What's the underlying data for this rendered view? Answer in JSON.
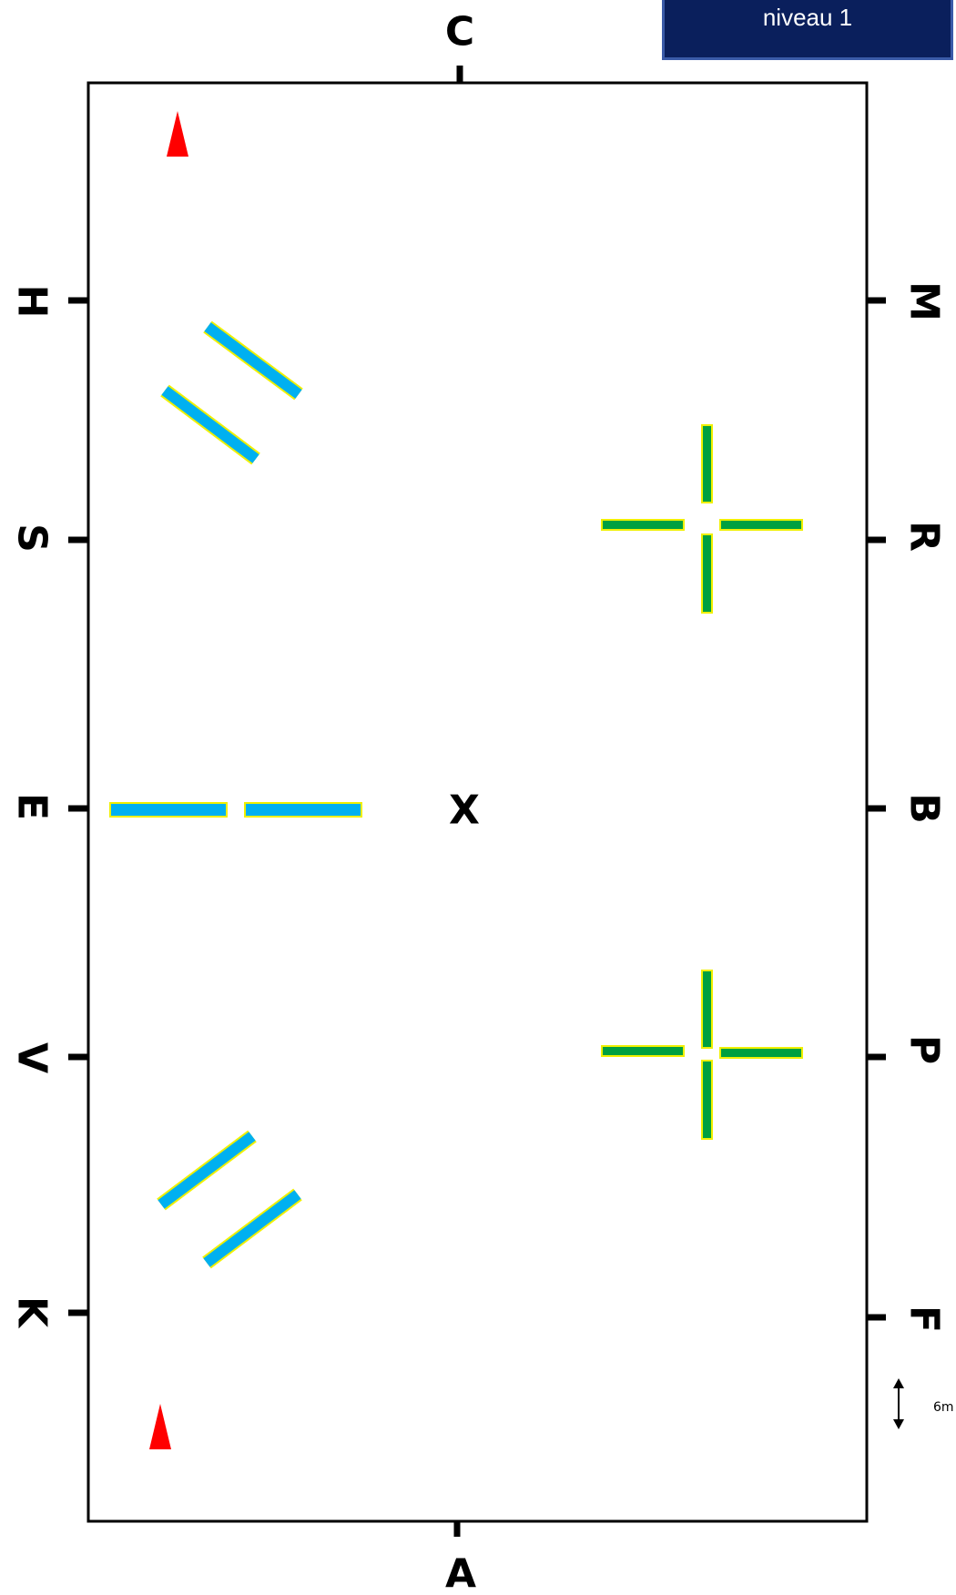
{
  "level_badge": {
    "label": "niveau 1",
    "background_color": "#0a1f5c",
    "border_color": "#3a5aa8"
  },
  "markers": {
    "top": "C",
    "bottom": "A",
    "center": "X",
    "left": [
      "H",
      "S",
      "E",
      "V",
      "K"
    ],
    "right": [
      "M",
      "R",
      "B",
      "P",
      "F"
    ]
  },
  "scale": {
    "label": "6m"
  },
  "colors": {
    "blue_pole": "#00b0f0",
    "green_pole": "#00a040",
    "pole_outline": "#f0f000",
    "cone": "#ff0000",
    "arena_border": "#000000"
  },
  "objects": {
    "cones": [
      "red-cone",
      "red-cone"
    ],
    "blue_poles_count": 6,
    "green_crosses_count": 2
  }
}
